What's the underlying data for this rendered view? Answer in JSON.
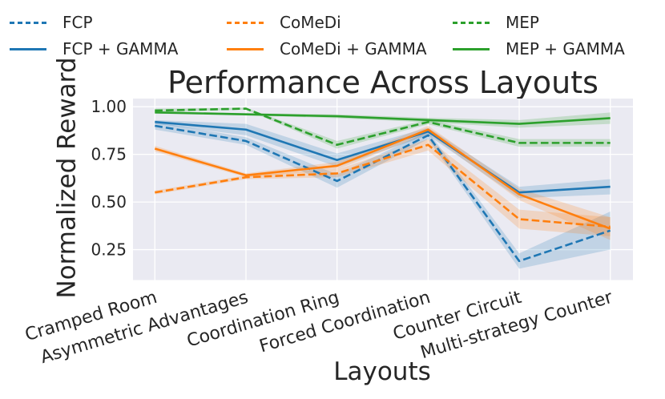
{
  "chart_data": {
    "type": "line",
    "title": "Performance Across Layouts",
    "xlabel": "Layouts",
    "ylabel": "Normalized Reward",
    "categories": [
      "Cramped Room",
      "Asymmetric Advantages",
      "Coordination Ring",
      "Forced Coordination",
      "Counter Circuit",
      "Multi-strategy Counter"
    ],
    "yticks": [
      {
        "label": "1.00",
        "value": 1.0
      },
      {
        "label": "0.75",
        "value": 0.75
      },
      {
        "label": "0.50",
        "value": 0.5
      },
      {
        "label": "0.25",
        "value": 0.25
      }
    ],
    "ylim": [
      0.09,
      1.04
    ],
    "grid": true,
    "legend_position": "top",
    "plot_background": "#eaeaf2",
    "grid_color": "#ffffff",
    "text_color": "#262626",
    "series": [
      {
        "name": "FCP",
        "color": "#1f77b4",
        "line_style": "dashed",
        "values": [
          0.9,
          0.82,
          0.61,
          0.85,
          0.19,
          0.35
        ],
        "band": [
          0.02,
          0.02,
          0.035,
          0.02,
          0.04,
          0.1
        ]
      },
      {
        "name": "FCP + GAMMA",
        "color": "#1f77b4",
        "line_style": "solid",
        "values": [
          0.92,
          0.88,
          0.72,
          0.87,
          0.55,
          0.58
        ],
        "band": [
          0.01,
          0.03,
          0.035,
          0.02,
          0.03,
          0.04
        ]
      },
      {
        "name": "CoMeDi",
        "color": "#ff7f0e",
        "line_style": "dashed",
        "values": [
          0.55,
          0.63,
          0.65,
          0.8,
          0.41,
          0.37
        ],
        "band": [
          0.01,
          0.01,
          0.02,
          0.03,
          0.05,
          0.05
        ]
      },
      {
        "name": "CoMeDi + GAMMA",
        "color": "#ff7f0e",
        "line_style": "solid",
        "values": [
          0.78,
          0.64,
          0.69,
          0.88,
          0.54,
          0.36
        ],
        "band": [
          0.015,
          0.01,
          0.02,
          0.02,
          0.03,
          0.06
        ]
      },
      {
        "name": "MEP",
        "color": "#2ca02c",
        "line_style": "dashed",
        "values": [
          0.98,
          0.99,
          0.8,
          0.92,
          0.81,
          0.81
        ],
        "band": [
          0.01,
          0.005,
          0.02,
          0.012,
          0.02,
          0.02
        ]
      },
      {
        "name": "MEP + GAMMA",
        "color": "#2ca02c",
        "line_style": "solid",
        "values": [
          0.97,
          0.96,
          0.95,
          0.93,
          0.91,
          0.94
        ],
        "band": [
          0.006,
          0.006,
          0.01,
          0.012,
          0.02,
          0.03
        ]
      }
    ]
  }
}
